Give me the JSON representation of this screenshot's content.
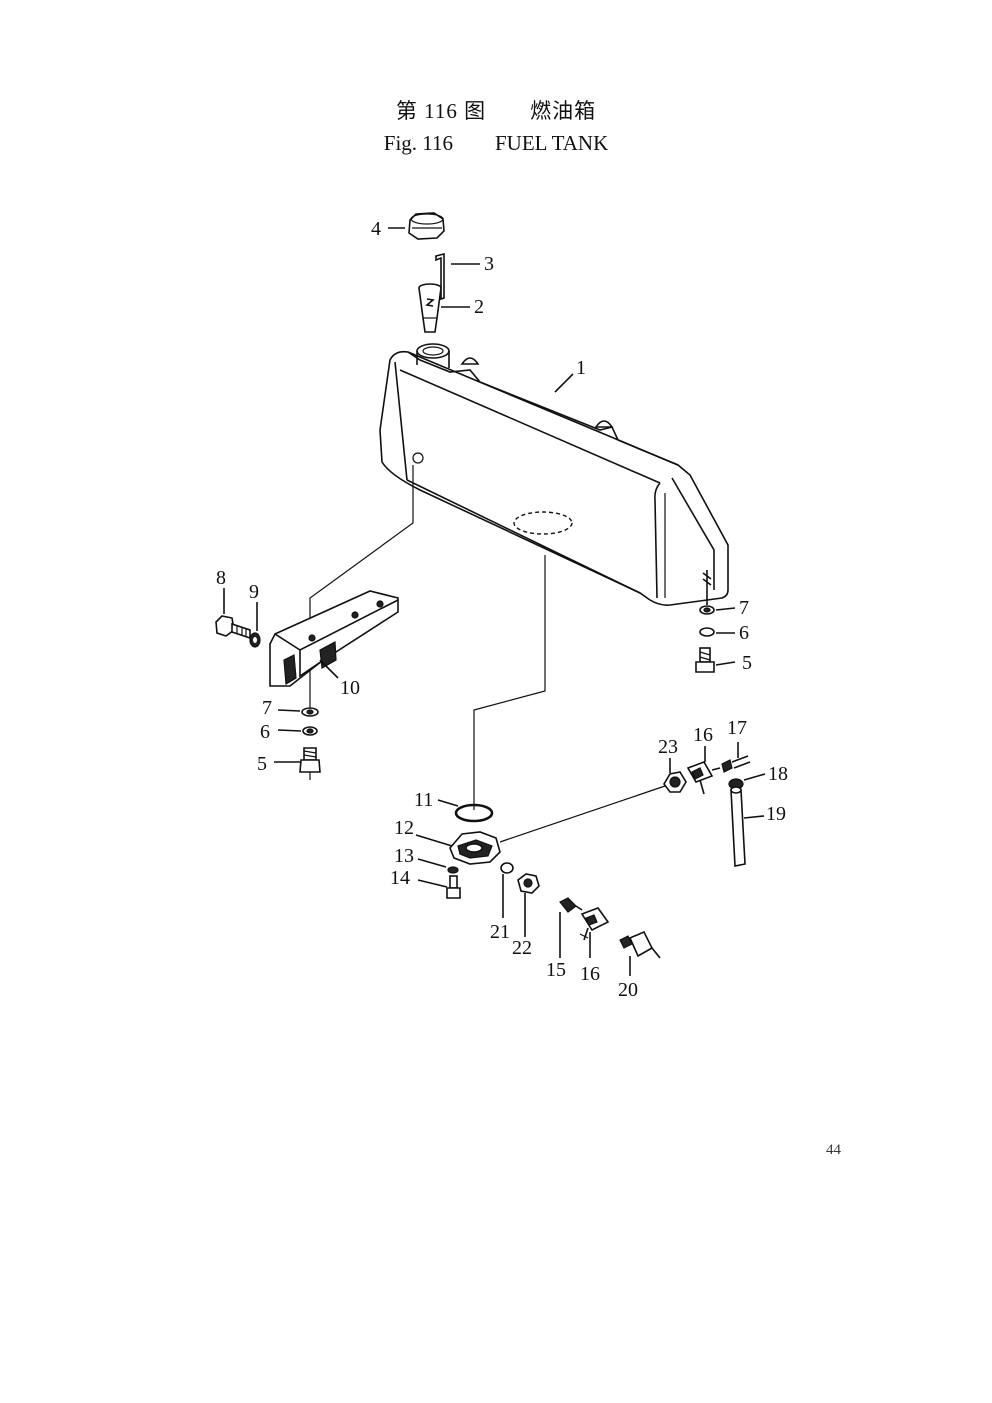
{
  "figure": {
    "title_cn": "第 116 图　　燃油箱",
    "title_en": "Fig. 116　　FUEL TANK"
  },
  "callouts": {
    "c1": "1",
    "c2": "2",
    "c3": "3",
    "c4": "4",
    "c5a": "5",
    "c5b": "5",
    "c6a": "6",
    "c6b": "6",
    "c7a": "7",
    "c7b": "7",
    "c8": "8",
    "c9": "9",
    "c10": "10",
    "c11": "11",
    "c12": "12",
    "c13": "13",
    "c14": "14",
    "c15": "15",
    "c16a": "16",
    "c16b": "16",
    "c17": "17",
    "c18": "18",
    "c19": "19",
    "c20": "20",
    "c21": "21",
    "c22": "22",
    "c23": "23"
  },
  "page_number": "44"
}
